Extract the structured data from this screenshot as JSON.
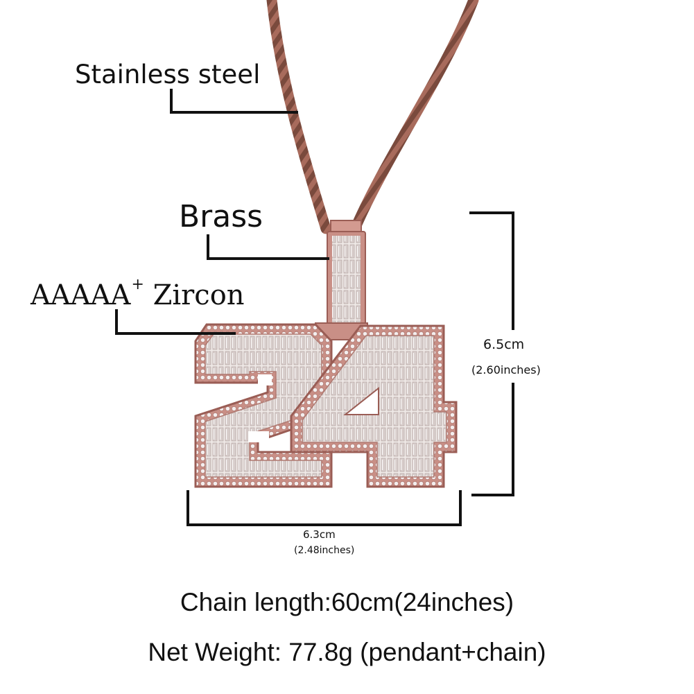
{
  "labels": {
    "material_chain": "Stainless steel",
    "material_bail": "Brass",
    "stone_grade": "AAAAA",
    "stone_grade_sup": "+",
    "stone_type": "Zircon"
  },
  "dimensions": {
    "height_cm": "6.5cm",
    "height_in": "(2.60inches)",
    "width_cm": "6.3cm",
    "width_in": "(2.48inches)"
  },
  "specs": {
    "chain_length": "Chain length:60cm(24inches)",
    "net_weight": "Net Weight: 77.8g (pendant+chain)"
  },
  "colors": {
    "rose_gold": "#c98f86",
    "rose_dark": "#9a5d55",
    "chain": "#7a4a3d",
    "stone": "#ece6e4",
    "leader_line": "#111111"
  }
}
